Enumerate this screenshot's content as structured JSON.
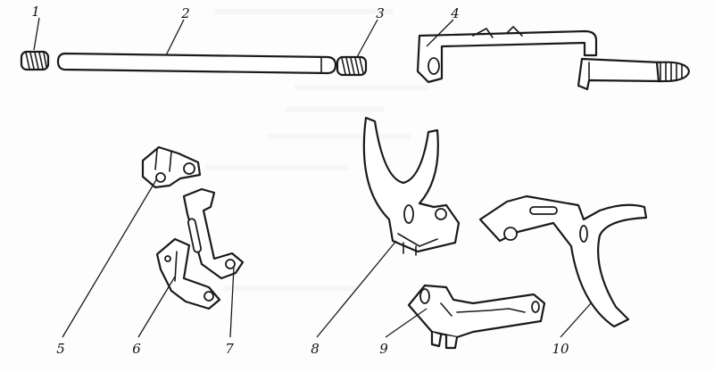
{
  "figure": {
    "background": "#fdfdfd",
    "ink": "#1a1a1a",
    "callouts": [
      {
        "id": "1",
        "label": "1"
      },
      {
        "id": "2",
        "label": "2"
      },
      {
        "id": "3",
        "label": "3"
      },
      {
        "id": "4",
        "label": "4"
      },
      {
        "id": "5",
        "label": "5"
      },
      {
        "id": "6",
        "label": "6"
      },
      {
        "id": "7",
        "label": "7"
      },
      {
        "id": "8",
        "label": "8"
      },
      {
        "id": "9",
        "label": "9"
      },
      {
        "id": "10",
        "label": "10"
      }
    ]
  }
}
